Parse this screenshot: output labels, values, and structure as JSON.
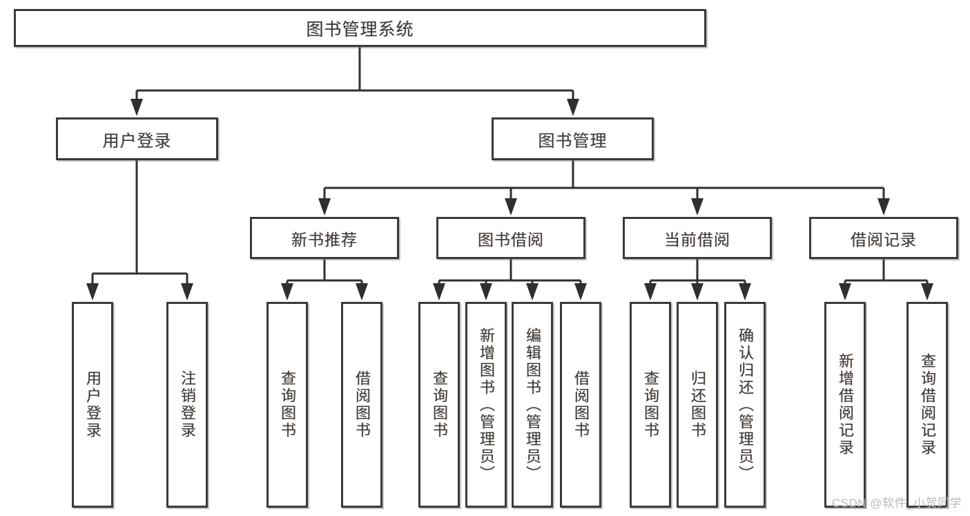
{
  "diagram": {
    "type": "tree",
    "title": "图书管理系统",
    "watermark": "CSDN @软件_小贺同学",
    "colors": {
      "box_border": "#3a3a3a",
      "box_fill": "#ffffff",
      "edge": "#2f2f2f",
      "text": "#3d3d3d",
      "watermark": "#b9b9b9"
    },
    "nodes": {
      "root": {
        "label": "图书管理系统"
      },
      "level1": [
        {
          "label": "用户登录"
        },
        {
          "label": "图书管理"
        }
      ],
      "level2": [
        {
          "label": "新书推荐"
        },
        {
          "label": "图书借阅"
        },
        {
          "label": "当前借阅"
        },
        {
          "label": "借阅记录"
        }
      ],
      "leaves": {
        "user_login": [
          {
            "label": "用户登录"
          },
          {
            "label": "注销登录"
          }
        ],
        "new_book_recommend": [
          {
            "label": "查询图书"
          },
          {
            "label": "借阅图书"
          }
        ],
        "book_borrow": [
          {
            "label": "查询图书"
          },
          {
            "label": "新增图书（管理员）"
          },
          {
            "label": "编辑图书（管理员）"
          },
          {
            "label": "借阅图书"
          }
        ],
        "current_borrow": [
          {
            "label": "查询图书"
          },
          {
            "label": "归还图书"
          },
          {
            "label": "确认归还（管理员）"
          }
        ],
        "borrow_record": [
          {
            "label": "新增借阅记录"
          },
          {
            "label": "查询借阅记录"
          }
        ]
      }
    }
  }
}
